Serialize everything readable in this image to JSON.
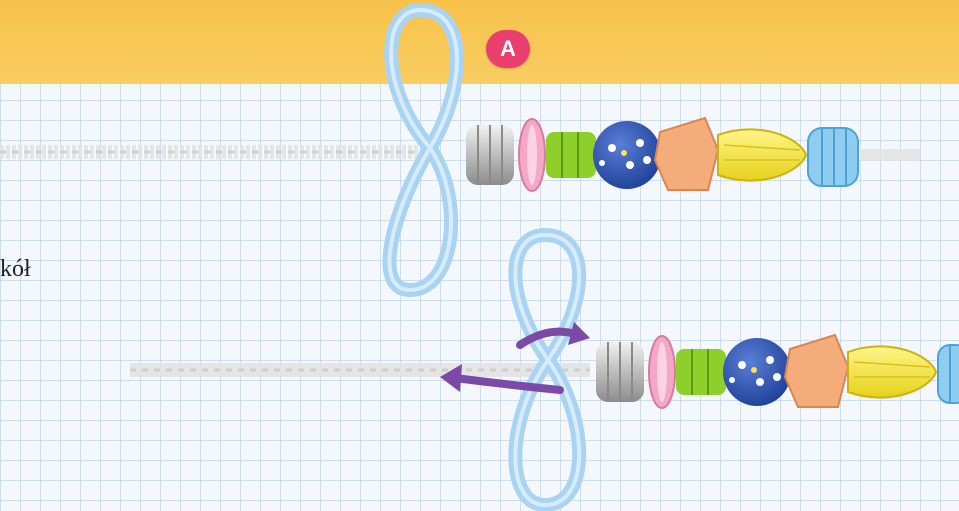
{
  "header": {
    "step_label": "A",
    "band_color": "#f7c24a",
    "badge_color": "#e83f6f"
  },
  "text": {
    "partial_word": "kół"
  },
  "strands": [
    {
      "beads": [
        "ribbed-grey",
        "pink-disc",
        "green-ribbed",
        "blue-dotted-ball",
        "orange-block",
        "yellow-long",
        "blue-ribbed"
      ]
    },
    {
      "beads": [
        "ribbed-grey",
        "pink-disc",
        "green-ribbed",
        "blue-dotted-ball",
        "orange-block",
        "yellow-long",
        "blue-ribbed"
      ]
    }
  ],
  "icons": [
    "pipe-cleaner-loop",
    "purple-arrow-right",
    "purple-arrow-left"
  ],
  "colors": {
    "pipe_cleaner": "#a9d3f2",
    "arrow": "#7b4aa6"
  }
}
